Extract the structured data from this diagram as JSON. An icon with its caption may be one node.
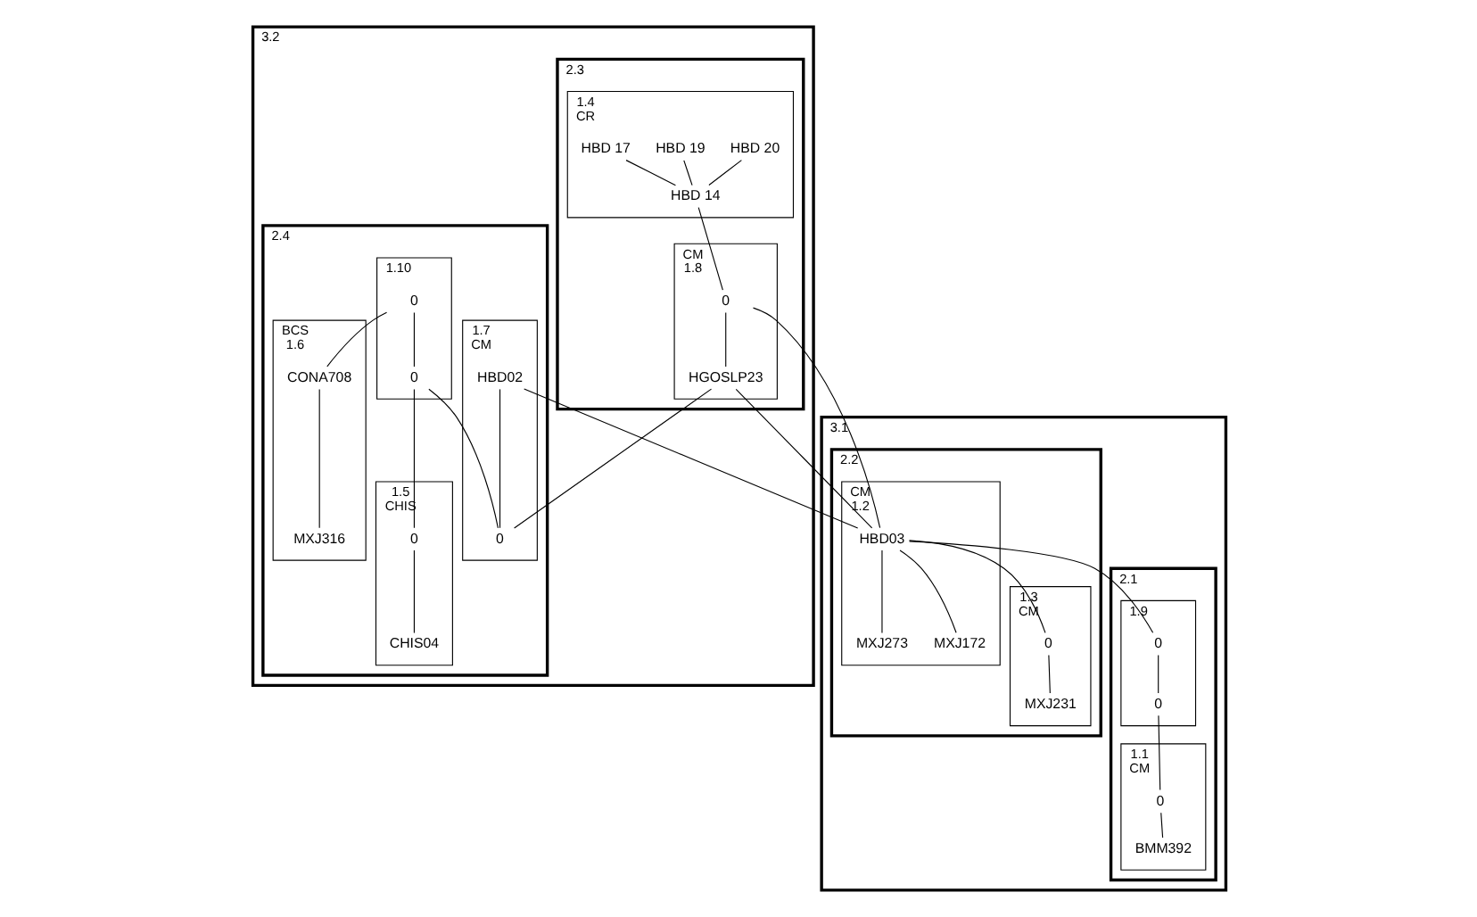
{
  "diagram": {
    "nodes": [
      {
        "text": [
          "3.2"
        ]
      },
      {
        "text": [
          "2.3"
        ],
        "in": 0
      },
      {
        "text": [
          "1.4",
          "CR"
        ],
        "in": 1
      },
      {
        "text": [
          "HBD 20"
        ],
        "in": 2
      },
      {
        "text": [
          "HBD 19"
        ],
        "in": 2
      },
      {
        "text": [
          "HBD 14"
        ],
        "in": 2
      },
      {
        "text": [
          "HBD 17"
        ],
        "in": 2
      },
      {
        "text": [
          "CM",
          "1.8"
        ],
        "in": 1
      },
      {
        "text": [
          "0"
        ],
        "in": 7
      },
      {
        "text": [
          "HGOSLP23"
        ],
        "in": 7
      },
      {
        "text": [
          "2.4"
        ],
        "in": 0
      },
      {
        "text": [
          "1.7",
          "CM"
        ],
        "in": 10
      },
      {
        "text": [
          "HBD02"
        ],
        "in": 11
      },
      {
        "text": [
          "0"
        ],
        "in": 11
      },
      {
        "text": [
          "1.10"
        ],
        "in": 10
      },
      {
        "text": [
          "0"
        ],
        "in": 14
      },
      {
        "text": [
          "0"
        ],
        "in": 14
      },
      {
        "text": [
          "BCS",
          "1.6"
        ],
        "in": 10
      },
      {
        "text": [
          "CONA708"
        ],
        "in": 17
      },
      {
        "text": [
          "MXJ316"
        ],
        "in": 17
      },
      {
        "text": [
          "1.5",
          "CHIS"
        ],
        "in": 10
      },
      {
        "text": [
          "0"
        ],
        "in": 20
      },
      {
        "text": [
          "CHIS04"
        ],
        "in": 20
      },
      {
        "text": [
          "3.1"
        ]
      },
      {
        "text": [
          "2.2"
        ],
        "in": 23
      },
      {
        "text": [
          "CM",
          "1.2"
        ],
        "in": 24
      },
      {
        "text": [
          "HBD03"
        ],
        "in": 25
      },
      {
        "text": [
          "MXJ273"
        ],
        "in": 25
      },
      {
        "text": [
          "MXJ172"
        ],
        "in": 25
      },
      {
        "text": [
          "1.3",
          "CM"
        ],
        "in": 24
      },
      {
        "text": [
          "0"
        ],
        "in": 29
      },
      {
        "text": [
          "MXJ231"
        ],
        "in": 29
      },
      {
        "text": [
          "2.1"
        ],
        "in": 23
      },
      {
        "text": [
          "1.9"
        ],
        "in": 32
      },
      {
        "text": [
          "0"
        ],
        "in": 33
      },
      {
        "text": [
          "0"
        ],
        "in": 33
      },
      {
        "text": [
          "1.1",
          "CM"
        ],
        "in": 32
      },
      {
        "text": [
          "0"
        ],
        "in": 36
      },
      {
        "text": [
          "BMM392"
        ],
        "in": 36
      }
    ],
    "edges": [
      {
        "from": 3,
        "to": 5,
        "arrow": "none"
      },
      {
        "from": 4,
        "to": 5,
        "arrow": "none"
      },
      {
        "from": 6,
        "to": 5,
        "arrow": "none"
      },
      {
        "from": 5,
        "to": 8,
        "arrow": "none"
      },
      {
        "from": 8,
        "to": 9,
        "arrow": "none"
      },
      {
        "from": 8,
        "to": 26,
        "arrow": "none"
      },
      {
        "from": 9,
        "to": 26,
        "arrow": "none"
      },
      {
        "from": 12,
        "to": 26,
        "arrow": "none"
      },
      {
        "from": 26,
        "to": 27,
        "arrow": "none"
      },
      {
        "from": 26,
        "to": 28,
        "arrow": "none"
      },
      {
        "from": 26,
        "to": 30,
        "arrow": "none"
      },
      {
        "from": 30,
        "to": 31,
        "arrow": "none"
      },
      {
        "from": 26,
        "to": 34,
        "arrow": "none"
      },
      {
        "from": 34,
        "to": 35,
        "arrow": "none"
      },
      {
        "from": 35,
        "to": 37,
        "arrow": "none"
      },
      {
        "from": 37,
        "to": 38,
        "arrow": "none"
      },
      {
        "from": 12,
        "to": 13,
        "arrow": "none"
      },
      {
        "from": 9,
        "to": 13,
        "arrow": "none"
      },
      {
        "from": 16,
        "to": 13,
        "arrow": "none"
      },
      {
        "from": 15,
        "to": 16,
        "arrow": "none"
      },
      {
        "from": 15,
        "to": 18,
        "arrow": "none"
      },
      {
        "from": 16,
        "to": 21,
        "arrow": "none"
      },
      {
        "from": 21,
        "to": 22,
        "arrow": "none"
      },
      {
        "from": 18,
        "to": 19,
        "arrow": "none"
      }
    ]
  }
}
